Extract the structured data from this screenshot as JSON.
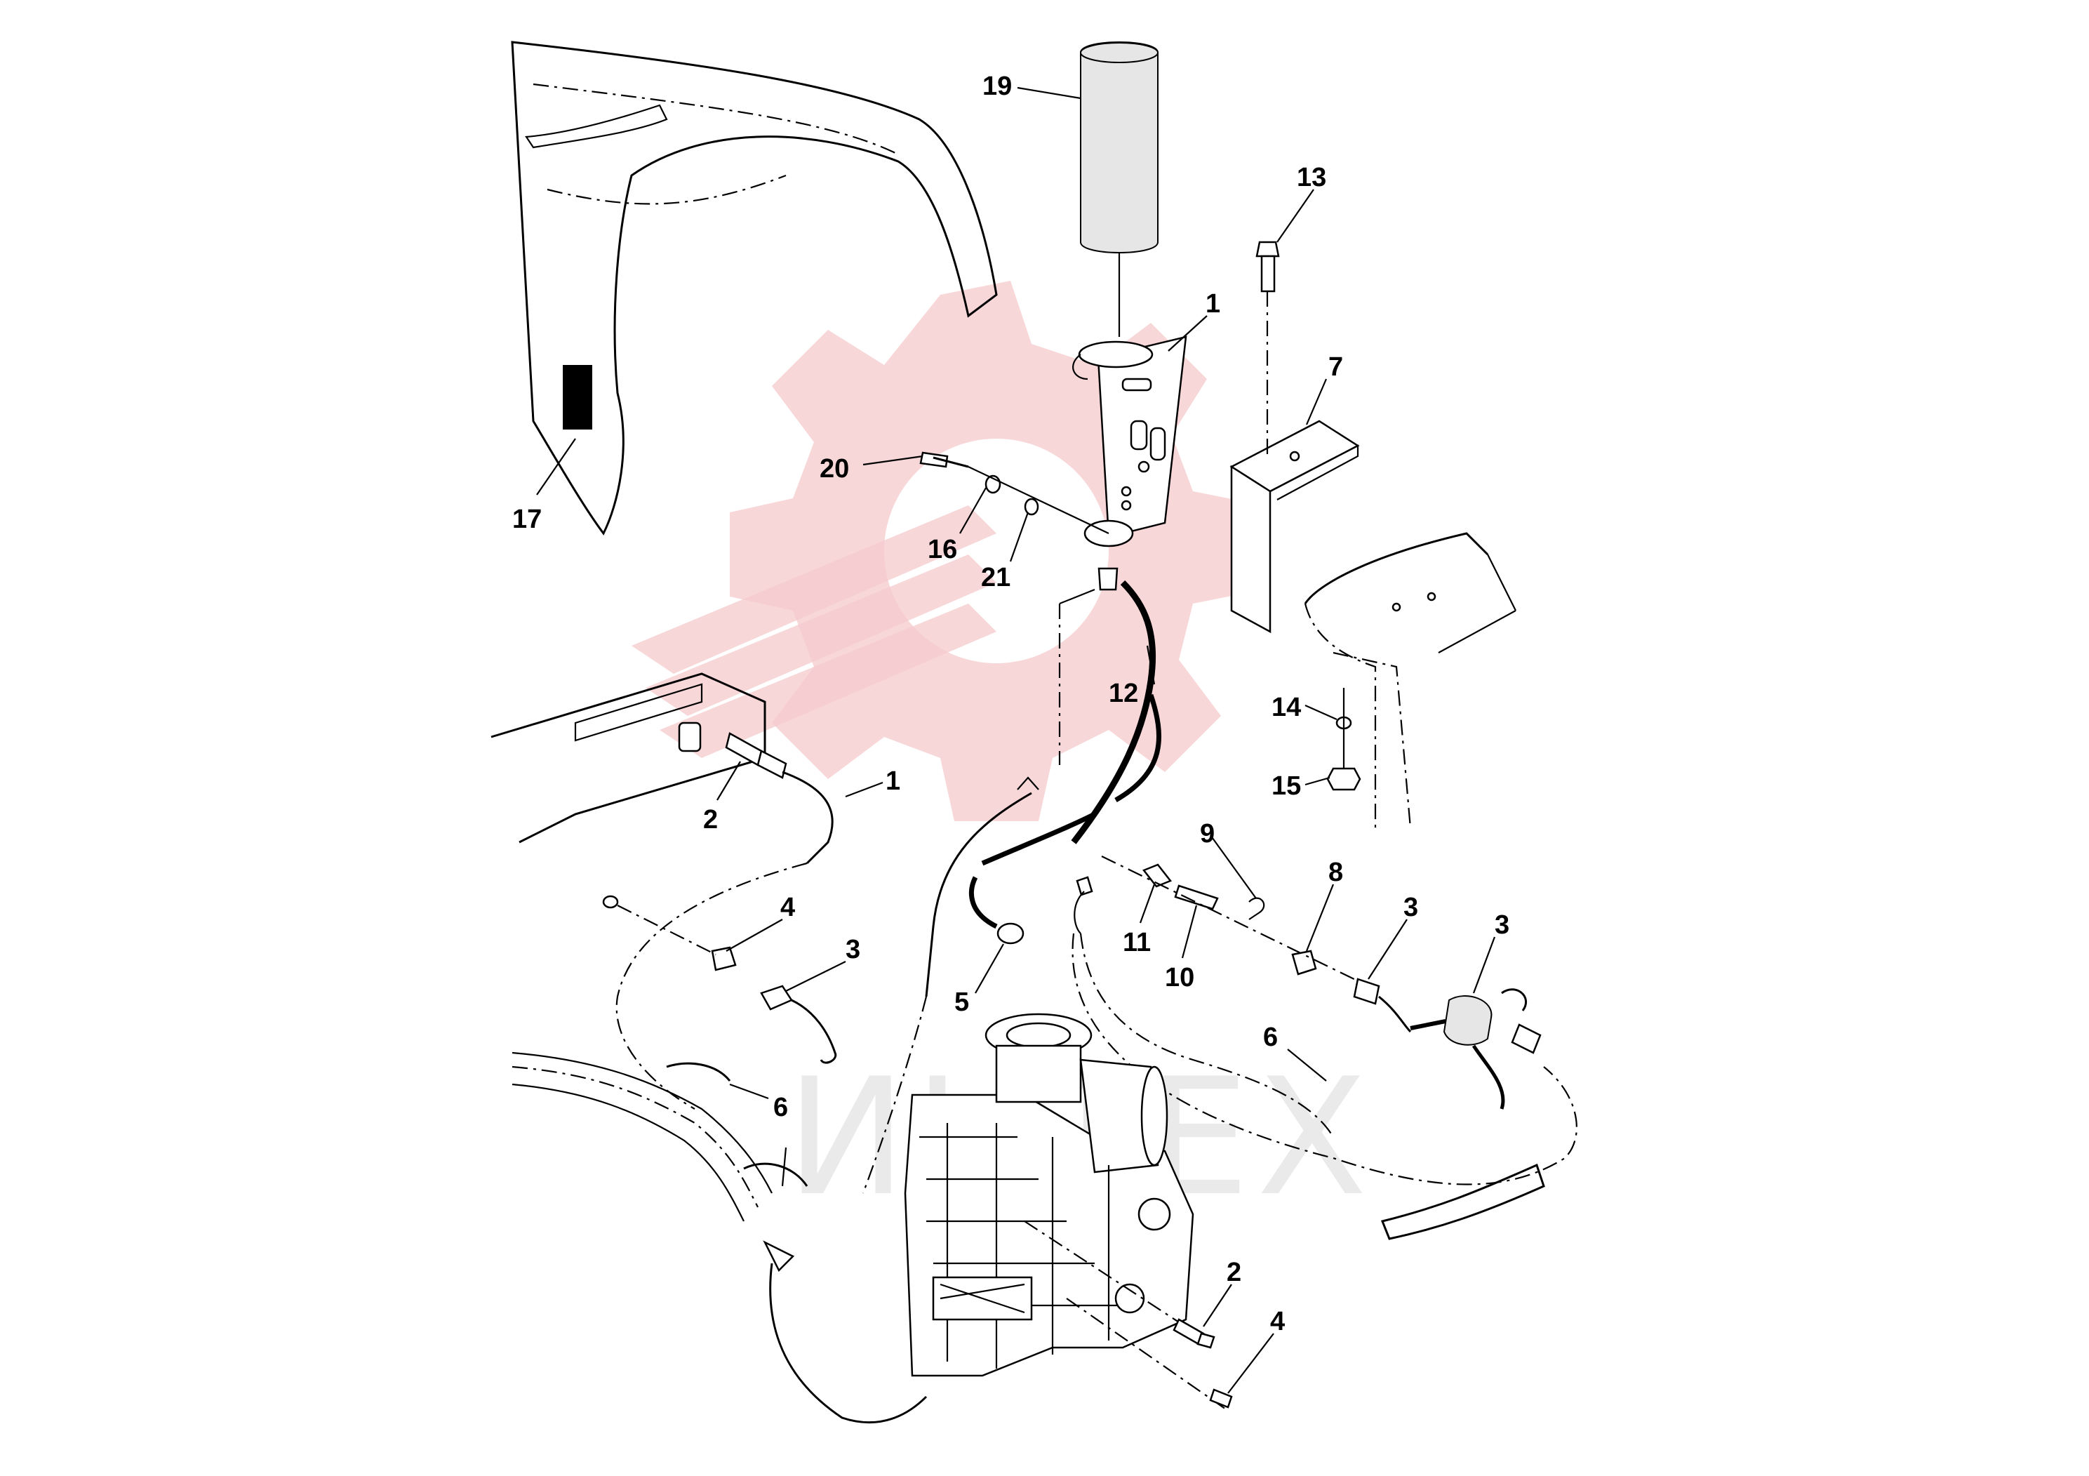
{
  "watermark": {
    "text": "ИНТЕХ",
    "gear_color": "#f6c9cc"
  },
  "callouts": [
    "19",
    "13",
    "1",
    "7",
    "20",
    "16",
    "21",
    "17",
    "12",
    "14",
    "15",
    "1",
    "2",
    "9",
    "8",
    "3",
    "3",
    "4",
    "3",
    "11",
    "5",
    "10",
    "6",
    "6",
    "2",
    "4"
  ]
}
